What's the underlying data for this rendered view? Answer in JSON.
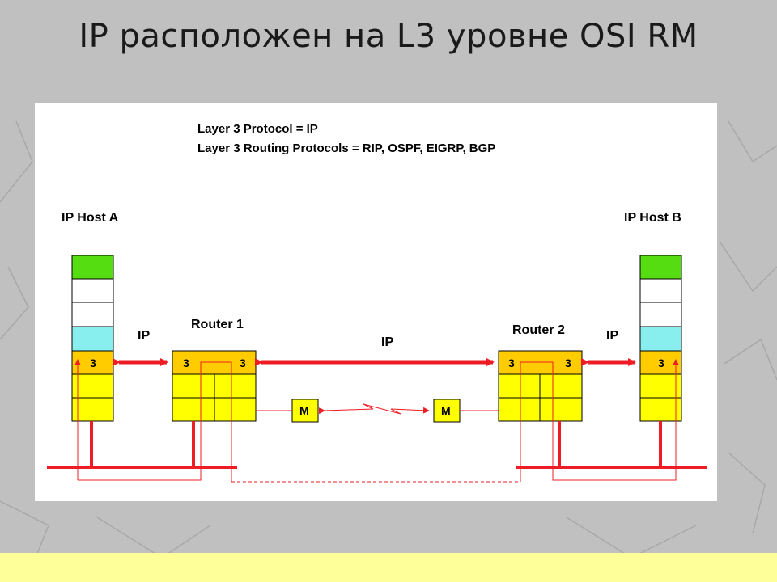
{
  "slide": {
    "title": "IP расположен на L3 уровне OSI RM"
  },
  "diagram": {
    "header_line1": "Layer 3 Protocol = IP",
    "header_line2": "Layer 3 Routing Protocols = RIP, OSPF, EIGRP, BGP",
    "host_a_label": "IP Host A",
    "host_b_label": "IP Host B",
    "router1_label": "Router 1",
    "router2_label": "Router 2",
    "link_a_label": "IP",
    "link_core_label": "IP",
    "link_b_label": "IP",
    "layer_number": "3",
    "modem_label": "M",
    "colors": {
      "link_red": "#ee1c24",
      "layer_yellow": "#ffff00",
      "layer3_orange": "#ffcc00",
      "app_green": "#55dd11",
      "cyan": "#88eeee",
      "footer_yellow": "#ffff99"
    }
  }
}
